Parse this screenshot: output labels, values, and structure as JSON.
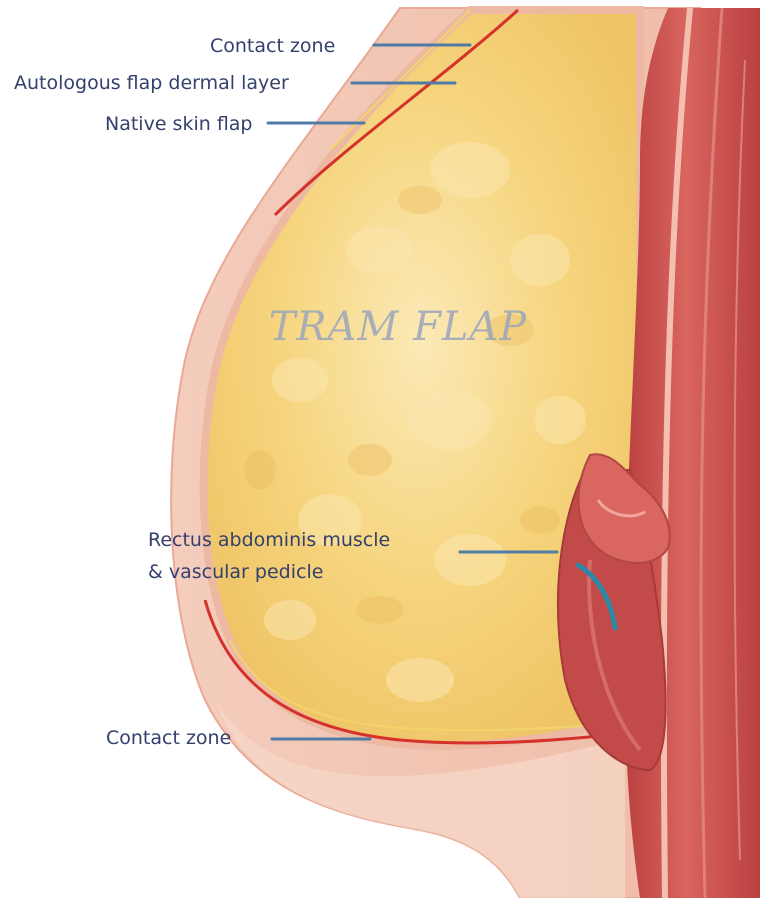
{
  "diagram": {
    "title_overlay": "TRAM FLAP",
    "labels": {
      "contact_zone_top": "Contact zone",
      "autologous_flap_dermal_layer": "Autologous flap dermal layer",
      "native_skin_flap": "Native skin flap",
      "rectus_line_1": "Rectus abdominis muscle",
      "rectus_line_2": "& vascular pedicle",
      "contact_zone_bottom": "Contact zone"
    },
    "colors": {
      "label_text": "#34406e",
      "leader_line": "#4f7ba6",
      "skin": "#f2c6b4",
      "skin_edge": "#e9a994",
      "fat": "#f6d57e",
      "dermal_line": "#d4322b",
      "muscle": "#c95552",
      "muscle_highlight": "#e58a84",
      "vessel": "#2c8aa8"
    }
  }
}
